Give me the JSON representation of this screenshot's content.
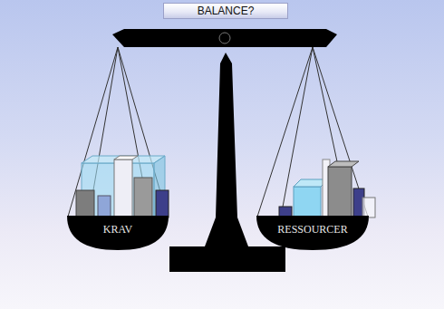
{
  "diagram": {
    "nodes": [
      {
        "text": [
          "BALANCE?"
        ]
      },
      {
        "text": [
          "KRAV"
        ]
      },
      {
        "text": [
          "RESSOURCER"
        ]
      }
    ]
  }
}
